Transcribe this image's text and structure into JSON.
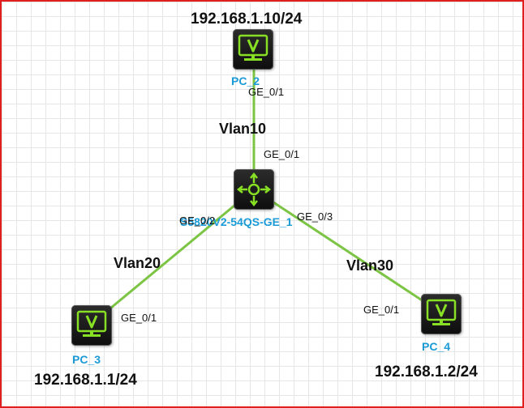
{
  "topology": {
    "switch": {
      "name": "S5820V2-54QS-GE_1",
      "icon": "switch-router-icon",
      "ports": {
        "up": "GE_0/1",
        "left": "GE_0/2",
        "right": "GE_0/3"
      }
    },
    "pcs": [
      {
        "id": "pc2",
        "name": "PC_2",
        "ip": "192.168.1.10/24",
        "port": "GE_0/1",
        "icon": "monitor-icon"
      },
      {
        "id": "pc3",
        "name": "PC_3",
        "ip": "192.168.1.1/24",
        "port": "GE_0/1",
        "icon": "monitor-icon"
      },
      {
        "id": "pc4",
        "name": "PC_4",
        "ip": "192.168.1.2/24",
        "port": "GE_0/1",
        "icon": "monitor-icon"
      }
    ],
    "vlans": [
      "Vlan10",
      "Vlan20",
      "Vlan30"
    ],
    "colors": {
      "link": "#7cc444",
      "icon_accent": "#88e024",
      "label_blue": "#1a9ad6",
      "frame_border": "#e02020"
    }
  }
}
